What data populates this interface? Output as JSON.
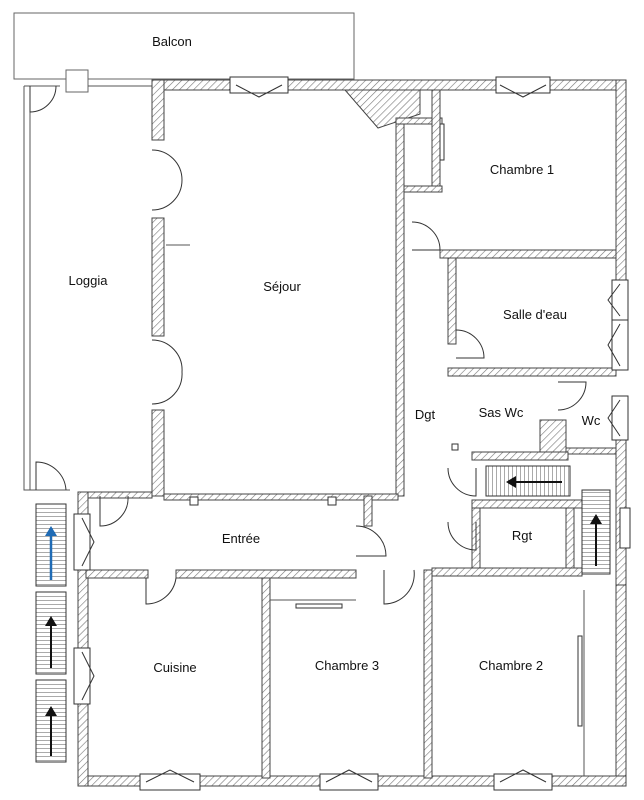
{
  "plan": {
    "rooms": [
      {
        "key": "balcon",
        "label": "Balcon"
      },
      {
        "key": "loggia",
        "label": "Loggia"
      },
      {
        "key": "sejour",
        "label": "Séjour"
      },
      {
        "key": "chambre1",
        "label": "Chambre 1"
      },
      {
        "key": "salle_eau",
        "label": "Salle d'eau"
      },
      {
        "key": "dgt",
        "label": "Dgt"
      },
      {
        "key": "sas_wc",
        "label": "Sas Wc"
      },
      {
        "key": "wc",
        "label": "Wc"
      },
      {
        "key": "entree",
        "label": "Entrée"
      },
      {
        "key": "rgt",
        "label": "Rgt"
      },
      {
        "key": "cuisine",
        "label": "Cuisine"
      },
      {
        "key": "chambre3",
        "label": "Chambre 3"
      },
      {
        "key": "chambre2",
        "label": "Chambre 2"
      }
    ],
    "colors": {
      "wall_stroke": "#444444",
      "hatch": "#666666",
      "arrow_blue": "#1f6bb5",
      "arrow_black": "#111111"
    }
  }
}
